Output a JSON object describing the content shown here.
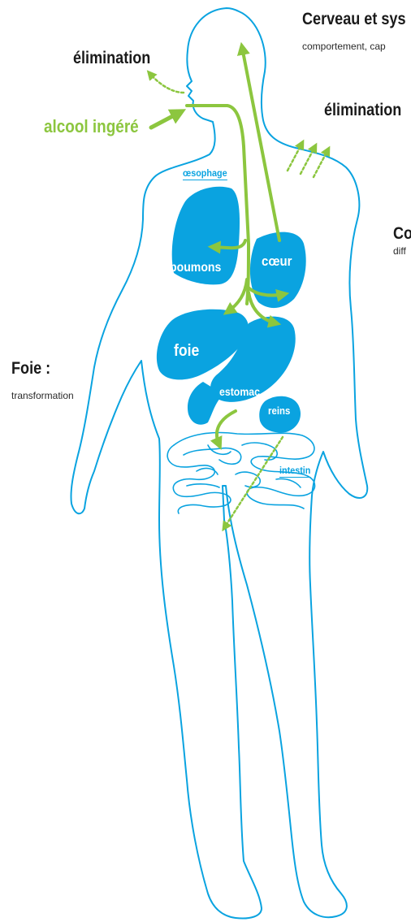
{
  "labels": {
    "brain_title": "Cerveau et sys",
    "brain_sub": "comportement, cap",
    "elim_left": "élimination",
    "elim_right": "élimination",
    "alcohol": "alcool ingéré",
    "heart_title": "Co",
    "heart_sub": "diff",
    "liver_title": "Foie :",
    "liver_sub": "transformation"
  },
  "organs": {
    "oesophagus": "œsophage",
    "lungs": "poumons",
    "heart": "cœur",
    "liver": "foie",
    "stomach": "estomac",
    "kidneys": "reins",
    "intestine": "intestin"
  },
  "colors": {
    "body_outline": "#0aa3e0",
    "organ_fill": "#0aa3e0",
    "alcohol_arrow": "#8cc63f",
    "text_dark": "#1a1a1a"
  }
}
